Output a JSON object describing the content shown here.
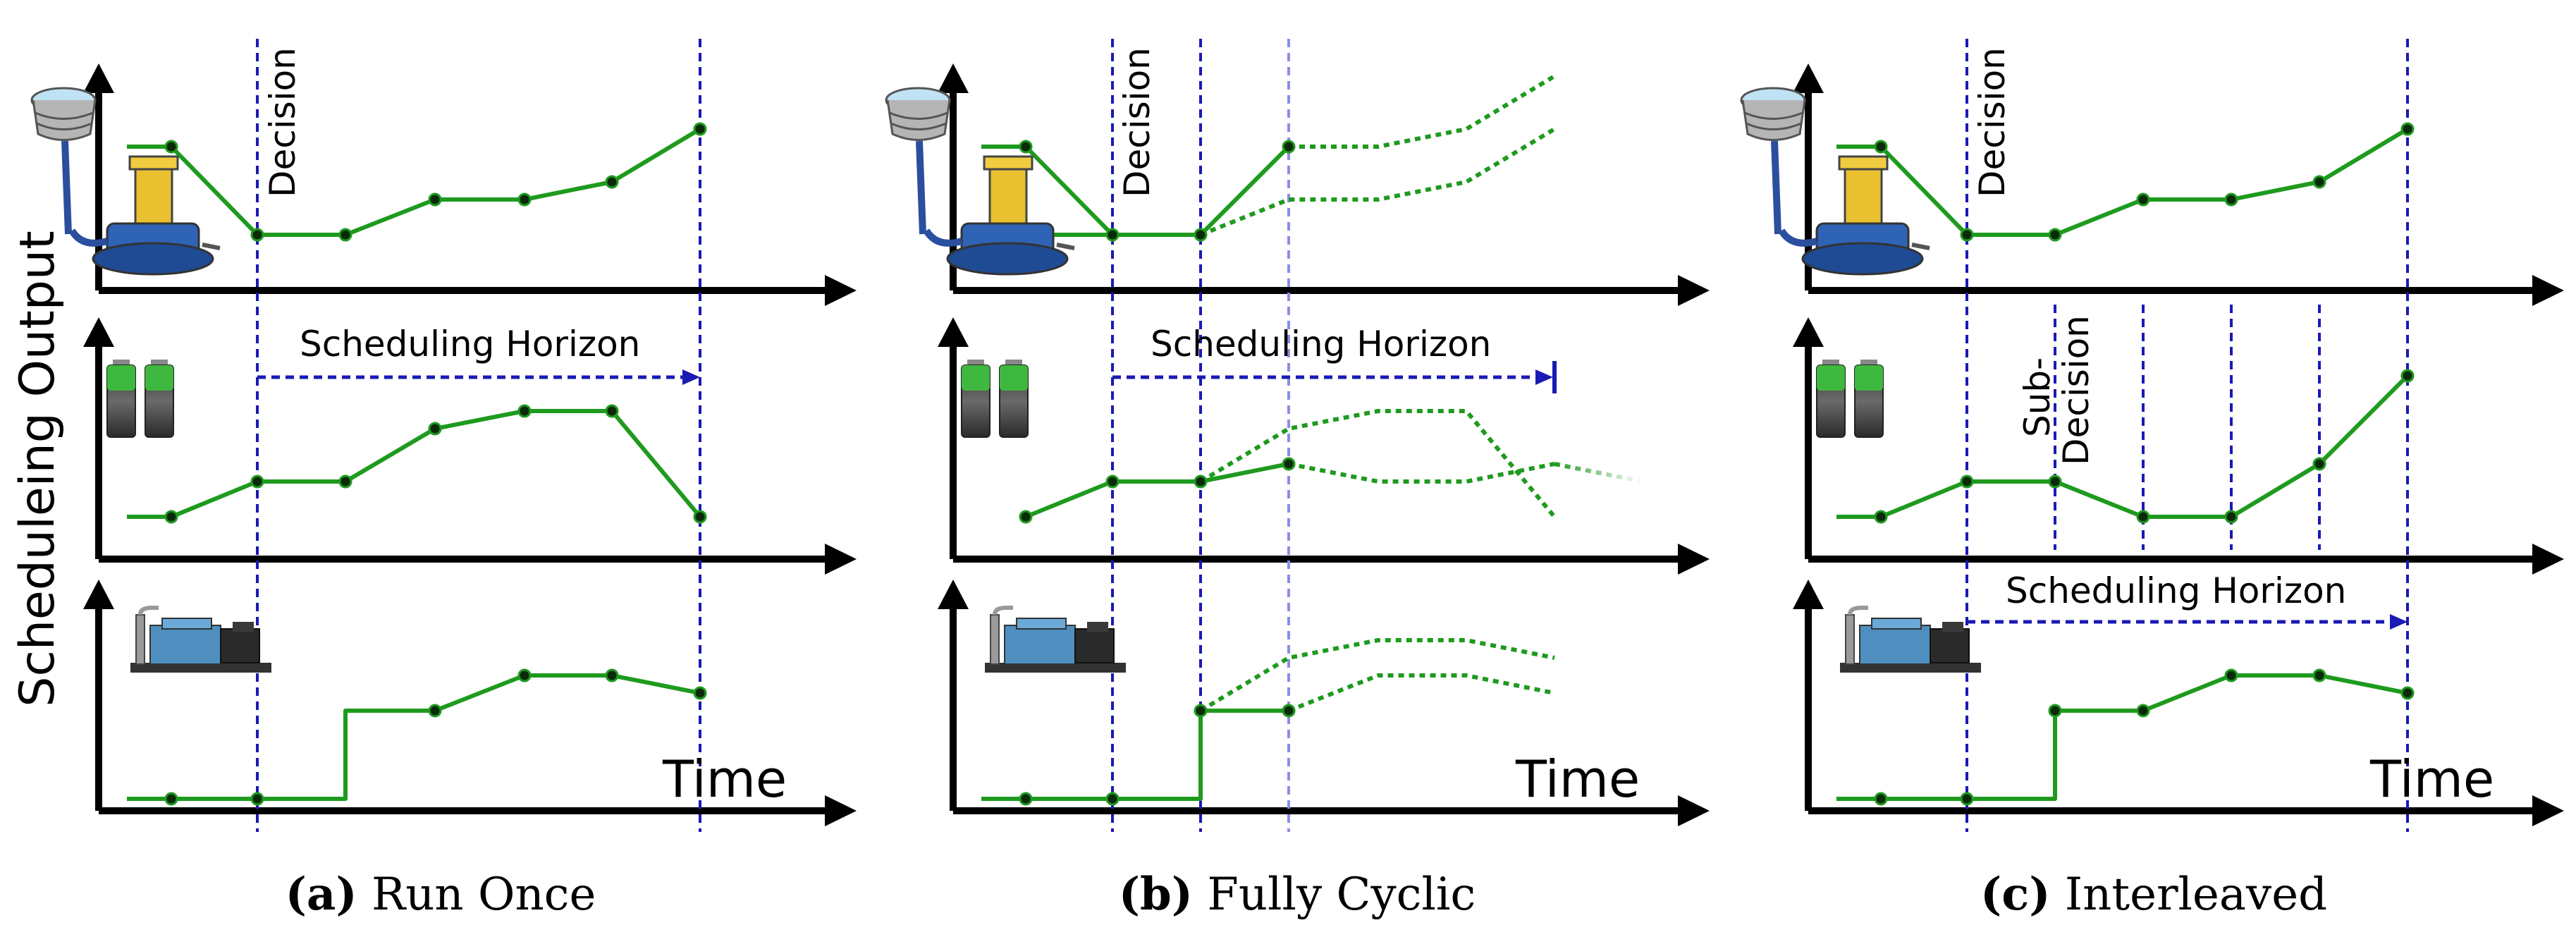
{
  "y_axis_label": "Scheduleing Output",
  "time_label": "Time",
  "decision_label": "Decision",
  "sub_decision_label": [
    "Sub-",
    "Decision"
  ],
  "horizon_label": "Scheduling Horizon",
  "icons": [
    "water-pump-tank-icon",
    "battery-icon",
    "diesel-generator-icon"
  ],
  "colors": {
    "schedule": "#1e9a1e",
    "decision": "#1a1ab4",
    "axis": "#000000"
  },
  "panels": [
    {
      "id": "a",
      "letter": "(a)",
      "name": " Run Once"
    },
    {
      "id": "b",
      "letter": "(b)",
      "name": " Fully Cyclic"
    },
    {
      "id": "c",
      "letter": "(c)",
      "name": " Interleaved"
    }
  ]
}
